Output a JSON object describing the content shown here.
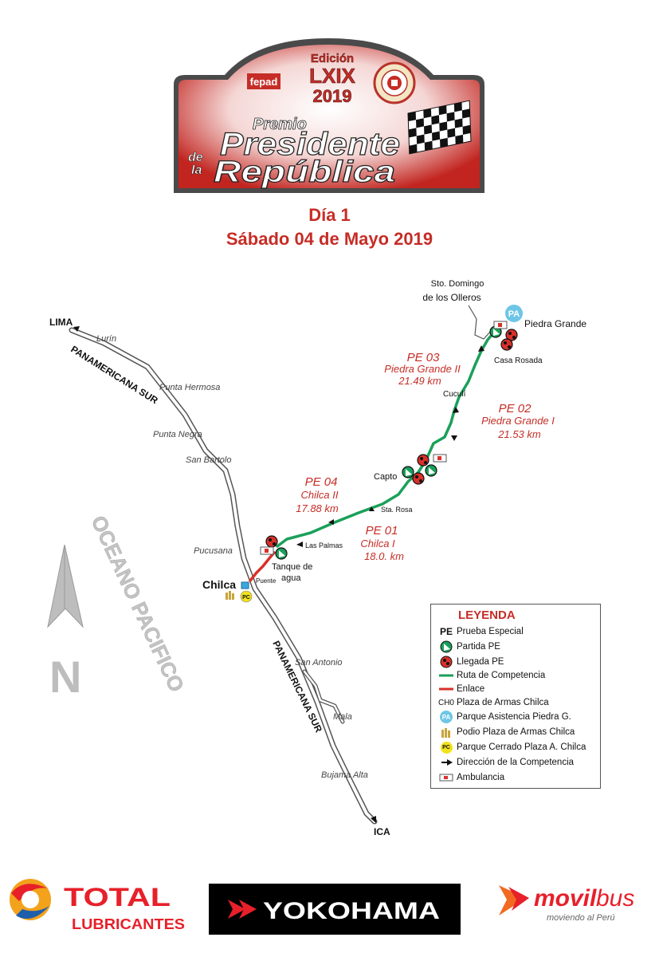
{
  "badge": {
    "edition_line1": "Edición",
    "edition_line2": "LXIX",
    "edition_year": "2019",
    "fepad": "fepad",
    "title_premio": "Premio",
    "title_presidente": "Presidente",
    "title_de": "de",
    "title_la": "la",
    "title_republica": "República"
  },
  "heading": {
    "day": "Día 1",
    "date": "Sábado 04 de Mayo 2019"
  },
  "map": {
    "places": {
      "lima": "LIMA",
      "lurin": "Lurín",
      "punta_hermosa": "Punta Hermosa",
      "punta_negra": "Punta Negra",
      "san_bartolo": "San Bartolo",
      "pucusana": "Pucusana",
      "chilca": "Chilca",
      "puente": "Puente",
      "san_antonio": "San Antonio",
      "mala": "Mala",
      "bujama_alta": "Bujama Alta",
      "ica": "ICA",
      "panamericana_north": "PANAMERICANA SUR",
      "panamericana_south": "PANAMERICANA SUR",
      "oceano": "OCEANO PACIFICO",
      "north": "N",
      "sto_domingo_1": "Sto. Domingo",
      "sto_domingo_2": "de los Olleros",
      "piedra_grande": "Piedra Grande",
      "casa_rosada": "Casa Rosada",
      "cuculi": "Cuculí",
      "capto": "Capto",
      "sta_rosa": "Sta. Rosa",
      "las_palmas": "Las Palmas",
      "tanque_1": "Tanque de",
      "tanque_2": "agua",
      "pa_badge": "PA",
      "pc_badge": "PC"
    },
    "stages": [
      {
        "code": "PE 03",
        "name": "Piedra Grande II",
        "km": "21.49 km"
      },
      {
        "code": "PE 02",
        "name": "Piedra Grande I",
        "km": "21.53 km"
      },
      {
        "code": "PE 04",
        "name": "Chilca II",
        "km": "17.88 km"
      },
      {
        "code": "PE 01",
        "name": "Chilca I",
        "km": "18.0. km"
      }
    ]
  },
  "legend": {
    "title": "LEYENDA",
    "items": [
      {
        "symbol": "PE",
        "label": "Prueba Especial"
      },
      {
        "symbol": "",
        "label": "Partida PE"
      },
      {
        "symbol": "",
        "label": "Llegada PE"
      },
      {
        "symbol": "",
        "label": "Ruta de Competencia"
      },
      {
        "symbol": "",
        "label": "Enlace"
      },
      {
        "symbol": "CH0",
        "label": "Plaza de Armas Chilca"
      },
      {
        "symbol": "PA",
        "label": "Parque Asistencia Piedra G."
      },
      {
        "symbol": "",
        "label": "Podio Plaza de Armas Chilca"
      },
      {
        "symbol": "PC",
        "label": "Parque Cerrado Plaza A. Chilca"
      },
      {
        "symbol": "",
        "label": "Dirección de la Competencia"
      },
      {
        "symbol": "",
        "label": "Ambulancia"
      }
    ]
  },
  "sponsors": {
    "total_1": "TOTAL",
    "total_2": "LUBRICANTES",
    "yokohama": "YOKOHAMA",
    "movil": "movil",
    "bus": "bus",
    "movil_tag": "moviendo al Perú"
  },
  "colors": {
    "red": "#c62d26",
    "route_green": "#1aa05a",
    "link_red": "#d9302a",
    "pa_blue": "#6ec6e6",
    "pc_yellow": "#f2e21a",
    "ocean_gray": "#c8c8c8"
  }
}
